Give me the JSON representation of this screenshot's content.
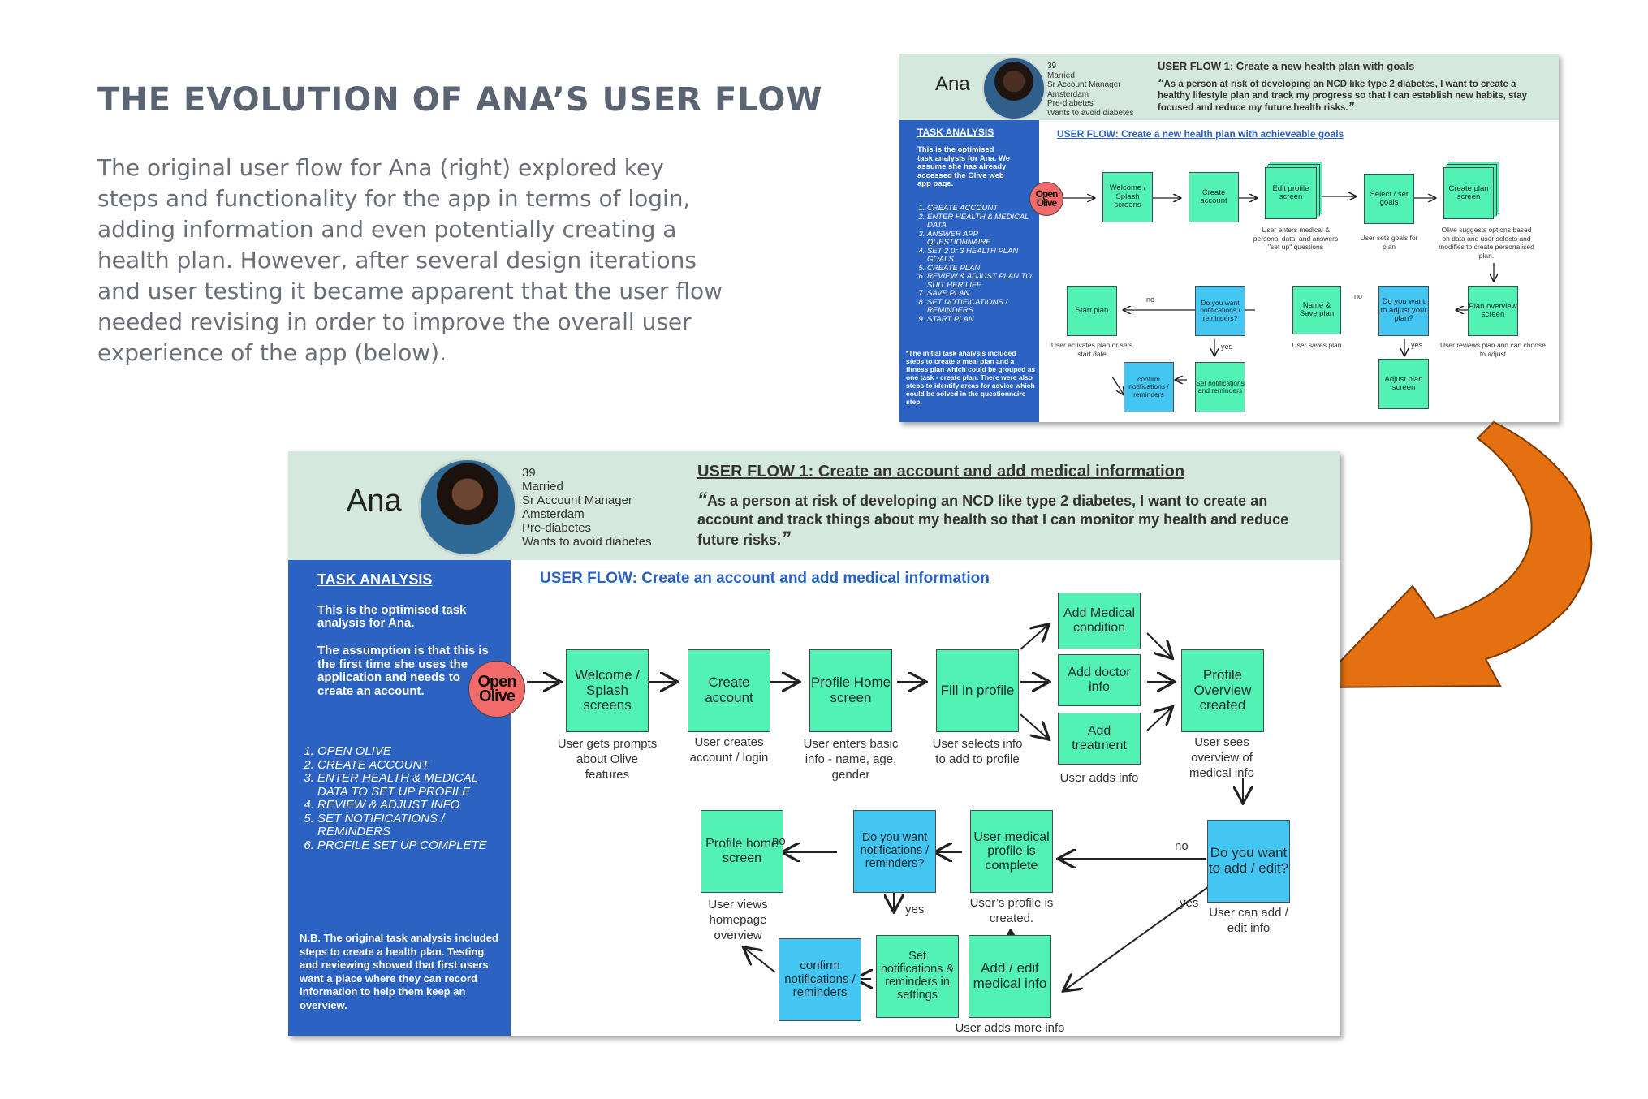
{
  "heading": "THE EVOLUTION OF ANA’S USER FLOW",
  "intro": "The original user flow for Ana (right) explored key steps and functionality for the app in terms of login, adding information and even potentially creating a health plan. However, after several design iterations and user testing it became apparent that the user flow needed revising in order to improve the overall user experience of the app (below).",
  "colors": {
    "header_bg": "#d5e8de",
    "sidebar_bg": "#2c63c2",
    "green_box": "#52f2b4",
    "blue_box": "#44c6f3",
    "start_oval": "#f26b6b",
    "arrow_orange": "#e4700f"
  },
  "old_card": {
    "persona": {
      "name": "Ana",
      "age": "39",
      "status": "Married",
      "job": "Sr Account Manager",
      "city": "Amsterdam",
      "condition": "Pre-diabetes",
      "goal": "Wants to avoid diabetes"
    },
    "flow_title": "USER FLOW 1: Create a new health plan with goals",
    "quote": "As a person at risk of developing an NCD like type 2 diabetes, I want to create a healthy lifestyle plan and track my progress so that I can establish new habits, stay focused and reduce my future health risks.",
    "open_quote": "“",
    "close_quote": "”",
    "sidebar": {
      "title": "TASK ANALYSIS",
      "intro": "This is the optimised task analysis for Ana. We assume she has already accessed the Olive web app page.",
      "steps": [
        "CREATE ACCOUNT",
        "ENTER HEALTH & MEDICAL DATA",
        "ANSWER APP QUESTIONNAIRE",
        "SET 2 0r 3 HEALTH PLAN GOALS",
        "CREATE PLAN",
        "REVIEW & ADJUST PLAN TO SUIT HER LIFE",
        "SAVE PLAN",
        "SET NOTIFICATIONS / REMINDERS",
        "START PLAN"
      ],
      "note": "*The initial task analysis included steps to create a meal plan and a fitness plan which could be grouped as one task - create plan. There were also steps to identify areas for advice which could be solved in the questionnaire step."
    },
    "flow_heading": "USER FLOW: Create a new health plan with achieveable goals",
    "start": "Open Olive",
    "boxes": {
      "welcome": "Welcome / Splash screens",
      "create": "Create account",
      "edit_profile": "Edit profile screen",
      "select_goals": "Select / set goals",
      "create_plan": "Create plan screen",
      "plan_overview": "Plan overview screen",
      "adjust_q": "Do you want to adjust your plan?",
      "name_save": "Name & Save plan",
      "notif_q": "Do you want notifications / reminders?",
      "start_plan": "Start plan",
      "adjust_screen": "Adjust plan screen",
      "set_notif": "Set notifications and reminders",
      "confirm": "confirm notifications / reminders"
    },
    "captions": {
      "edit_profile": "User enters medical & personal data, and answers \"set up\" questions",
      "select_goals": "User sets goals for plan",
      "create_plan": "Olive suggests options based on data and user selects and modifies to create personalised plan.",
      "plan_overview": "User reviews plan and can choose to adjust",
      "name_save": "User saves plan",
      "start_plan": "User activates plan or sets start date"
    },
    "no": "no",
    "yes": "yes"
  },
  "new_card": {
    "persona": {
      "name": "Ana",
      "age": "39",
      "status": "Married",
      "job": "Sr Account Manager",
      "city": "Amsterdam",
      "condition": "Pre-diabetes",
      "goal": "Wants to avoid diabetes"
    },
    "flow_title": "USER FLOW 1: Create an account and add medical information",
    "quote": "As a person at risk of developing an NCD like type 2 diabetes, I want to create an account and track things about my health so that I can monitor my health and reduce future risks.",
    "open_quote": "“",
    "close_quote": "”",
    "sidebar": {
      "title": "TASK ANALYSIS",
      "intro1": "This is the optimised task analysis for Ana.",
      "intro2": "The assumption is that this is the first time she uses the application and needs to create an account.",
      "steps": [
        "OPEN OLIVE",
        "CREATE ACCOUNT",
        "ENTER HEALTH & MEDICAL DATA TO SET UP PROFILE",
        "REVIEW & ADJUST INFO",
        "SET  NOTIFICATIONS / REMINDERS",
        "PROFILE SET UP COMPLETE"
      ],
      "note": "N.B. The original task analysis included steps to create a health plan. Testing and reviewing showed that first users want a place where they can record information to help them keep an overview."
    },
    "flow_heading": "USER FLOW: Create an account and add medical information",
    "start": "Open Olive",
    "boxes": {
      "welcome": "Welcome / Splash screens",
      "create": "Create account",
      "profile_home": "Profile Home screen",
      "fill_in": "Fill in profile",
      "add_medical": "Add Medical condition",
      "add_doctor": "Add doctor info",
      "add_treatment": "Add treatment",
      "profile_overview": "Profile Overview created",
      "add_edit_q": "Do you want to add / edit?",
      "medical_complete": "User medical profile is complete",
      "notif_q": "Do you want notifications / reminders?",
      "profile_home2": "Profile home screen",
      "set_notif": "Set notifications & reminders in settings",
      "confirm": "confirm notifications / reminders",
      "add_edit_medical": "Add / edit medical info"
    },
    "captions": {
      "welcome": "User gets prompts about Olive features",
      "create": "User creates account / login",
      "profile_home": "User enters basic info - name, age, gender",
      "fill_in": "User selects info to add to profile",
      "add_treatment": "User adds info",
      "profile_overview": "User sees overview of medical info",
      "add_edit_q": "User can add / edit info",
      "medical_complete": "User’s profile is created.",
      "profile_home2": "User views homepage overview",
      "add_edit_medical": "User adds more info"
    },
    "no": "no",
    "yes": "yes"
  }
}
